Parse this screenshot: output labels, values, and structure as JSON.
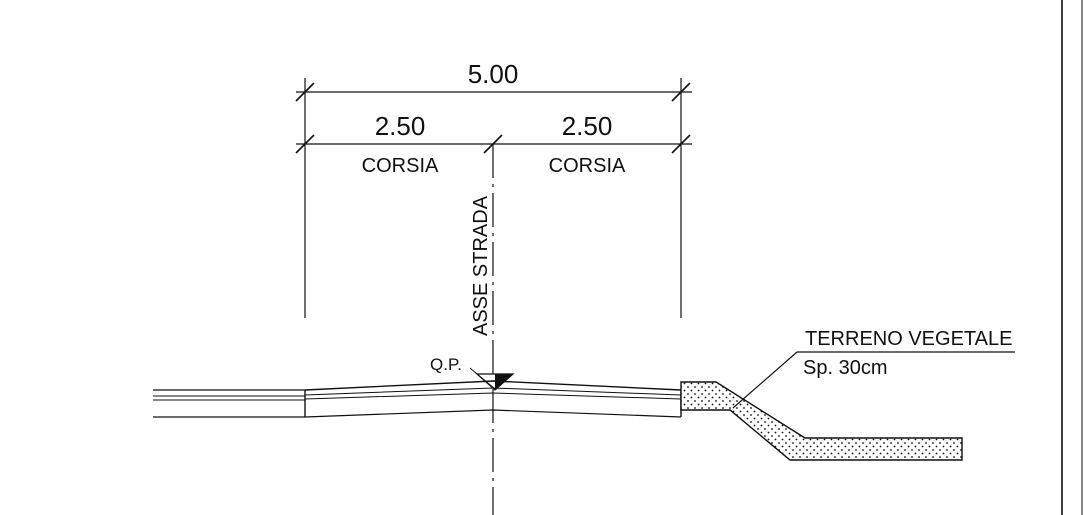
{
  "dimensions": {
    "total": "5.00",
    "left_lane": "2.50",
    "right_lane": "2.50"
  },
  "lanes": {
    "left_label": "CORSIA",
    "right_label": "CORSIA"
  },
  "axis_label": "ASSE STRADA",
  "level_marker": "Q.P.",
  "topsoil": {
    "title": "TERRENO VEGETALE",
    "thickness": "Sp. 30cm"
  }
}
